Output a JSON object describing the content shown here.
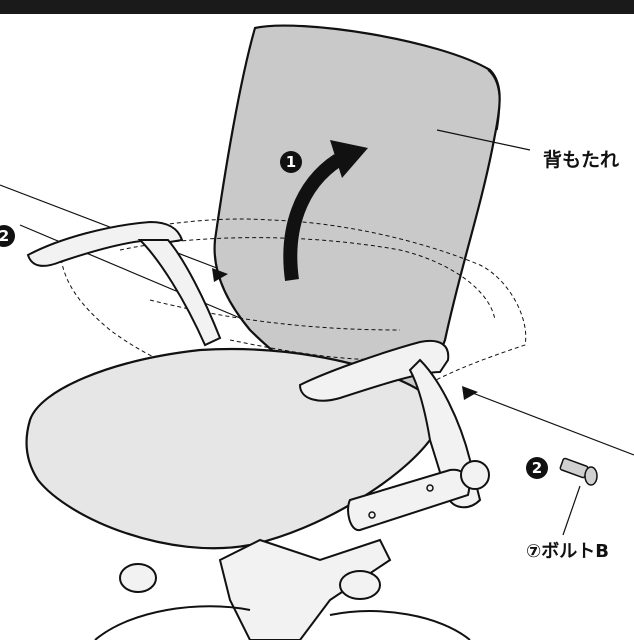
{
  "labels": {
    "backrest": "背もたれ",
    "bolt_b": "⑦ボルトB"
  },
  "steps": {
    "step1": "1",
    "step2_left": "2",
    "step2_right": "2"
  },
  "colors": {
    "backrest_fill": "#c9c9c9",
    "line": "#111111"
  }
}
